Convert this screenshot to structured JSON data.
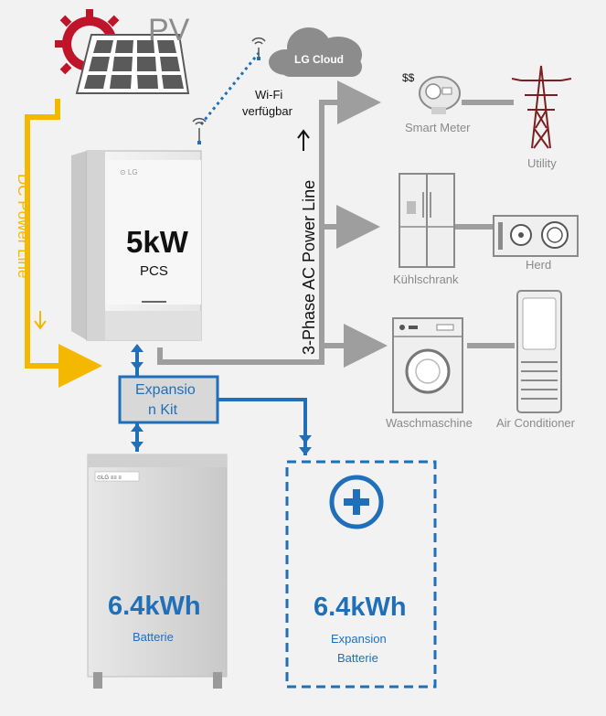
{
  "pv": {
    "label": "PV"
  },
  "cloud": {
    "label": "LG Cloud"
  },
  "wifi": {
    "line1": "Wi-Fi",
    "line2": "verfügbar"
  },
  "dc_line": {
    "label": "DC Power Line"
  },
  "ac_line": {
    "label": "3-Phase AC Power Line"
  },
  "pcs": {
    "power": "5kW",
    "name": "PCS"
  },
  "expansion_kit": {
    "line1": "Expansio",
    "line2": "n Kit"
  },
  "battery": {
    "capacity": "6.4kWh",
    "name": "Batterie"
  },
  "expansion_battery": {
    "capacity": "6.4kWh",
    "line1": "Expansion",
    "line2": "Batterie"
  },
  "smart_meter": {
    "label": "Smart Meter",
    "currency": "$$"
  },
  "utility": {
    "label": "Utility"
  },
  "fridge": {
    "label": "Kühlschrank"
  },
  "stove": {
    "label": "Herd"
  },
  "washer": {
    "label": "Waschmaschine"
  },
  "ac": {
    "label": "Air Conditioner"
  },
  "colors": {
    "dc": "#f5b800",
    "ac": "#9e9e9e",
    "battery_link": "#1f6fb9",
    "sun": "#c0142a"
  }
}
